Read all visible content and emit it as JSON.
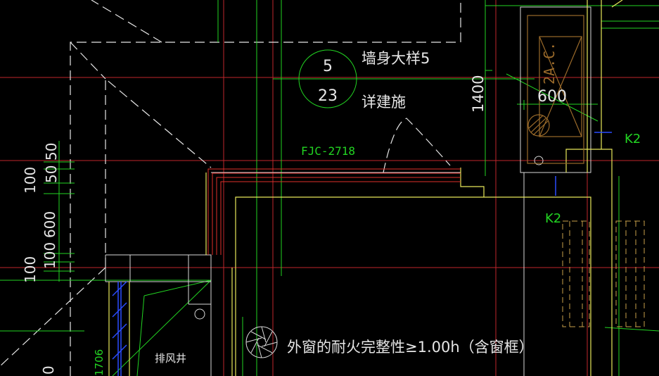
{
  "drawing": {
    "background": "#000000",
    "colors": {
      "axis": "#c0262c",
      "green": "#22d422",
      "white": "#e6e6e6",
      "yellow": "#e8e85a",
      "blue": "#2a4cff",
      "brown": "#9a6a2a",
      "red": "#e0302a",
      "grey": "#9a9a9a"
    },
    "detail_callout": {
      "number": "5",
      "sheet": "23",
      "title": "墙身大样5",
      "note": "详建施"
    },
    "window_tag": "FJC-2718",
    "dims_left": [
      "50",
      "50",
      "100",
      "600",
      "100",
      "100"
    ],
    "dim_left_bottom": "0",
    "dim_vertical_top": "1400",
    "dim_horizontal": "600",
    "equipment_tag": "2A.C.",
    "k2_right": "K2",
    "k2_mid": "K2",
    "room_bottom_left": "1706",
    "exhaust_shaft": "排风井",
    "fire_note": "外窗的耐火完整性≥1.00h（含窗框）"
  }
}
